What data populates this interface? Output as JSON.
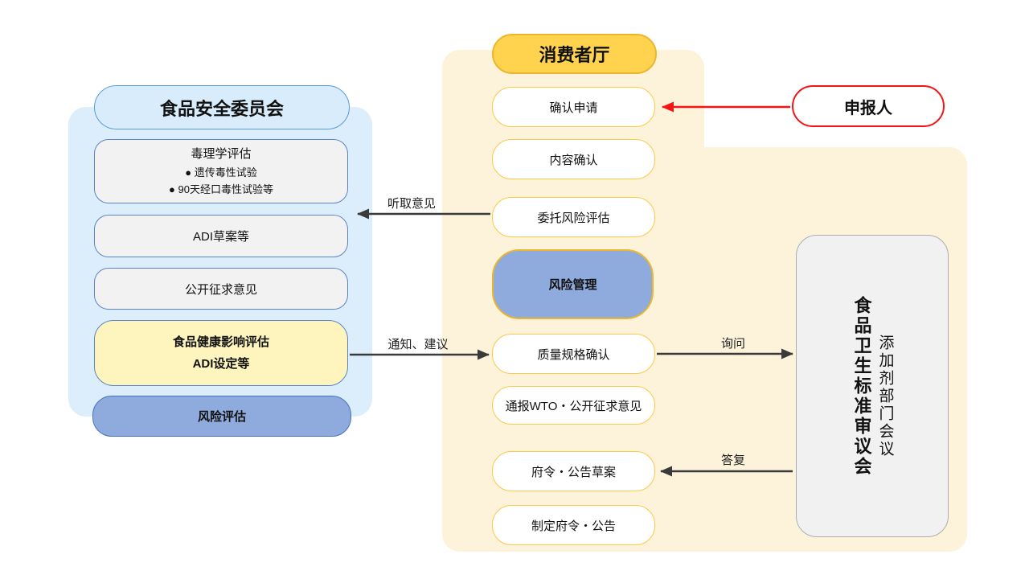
{
  "left_panel": {
    "title": "食品安全委员会",
    "toxicology": {
      "title": "毒理学评估",
      "bullet1": "● 遗传毒性试验",
      "bullet2": "● 90天经口毒性试验等"
    },
    "adi_draft": "ADI草案等",
    "public_comment": "公开征求意见",
    "health_impact_line1": "食品健康影响评估",
    "health_impact_line2": "ADI设定等",
    "risk_assessment": "风险评估"
  },
  "center_panel": {
    "title": "消费者厅",
    "confirm_application": "确认申请",
    "content_confirmation": "内容确认",
    "entrust_risk_assessment": "委托风险评估",
    "risk_management": "风险管理",
    "quality_spec_confirmation": "质量规格确认",
    "wto_notification": "通报WTO・公开征求意见",
    "ordinance_notice_draft": "府令・公告草案",
    "ordinance_notice_enactment": "制定府令・公告"
  },
  "right_panel": {
    "declarant": "申报人",
    "council_name": "食品卫生标准审议会",
    "council_subcommittee": "添加剂部门会议"
  },
  "arrow_labels": {
    "listen_opinions": "听取意见",
    "notice_suggestions": "通知、建议",
    "inquiry": "询问",
    "reply": "答复"
  },
  "colors": {
    "left_container_bg": "#DCEEFB",
    "cream_container_bg": "#FCF3DA",
    "gray_box_bg": "#F2F2F2",
    "yellow_box_bg": "#FEF5BE",
    "blue_box_bg": "#8FAADC",
    "blue_border": "#4472C4",
    "gold_bg": "#FFD34D",
    "gold_border": "#EDB52E",
    "white_box_border": "#FFC845",
    "council_bg": "#F1F1F1",
    "red_accent": "#F21515",
    "arrow_black": "#3A3A3A"
  }
}
